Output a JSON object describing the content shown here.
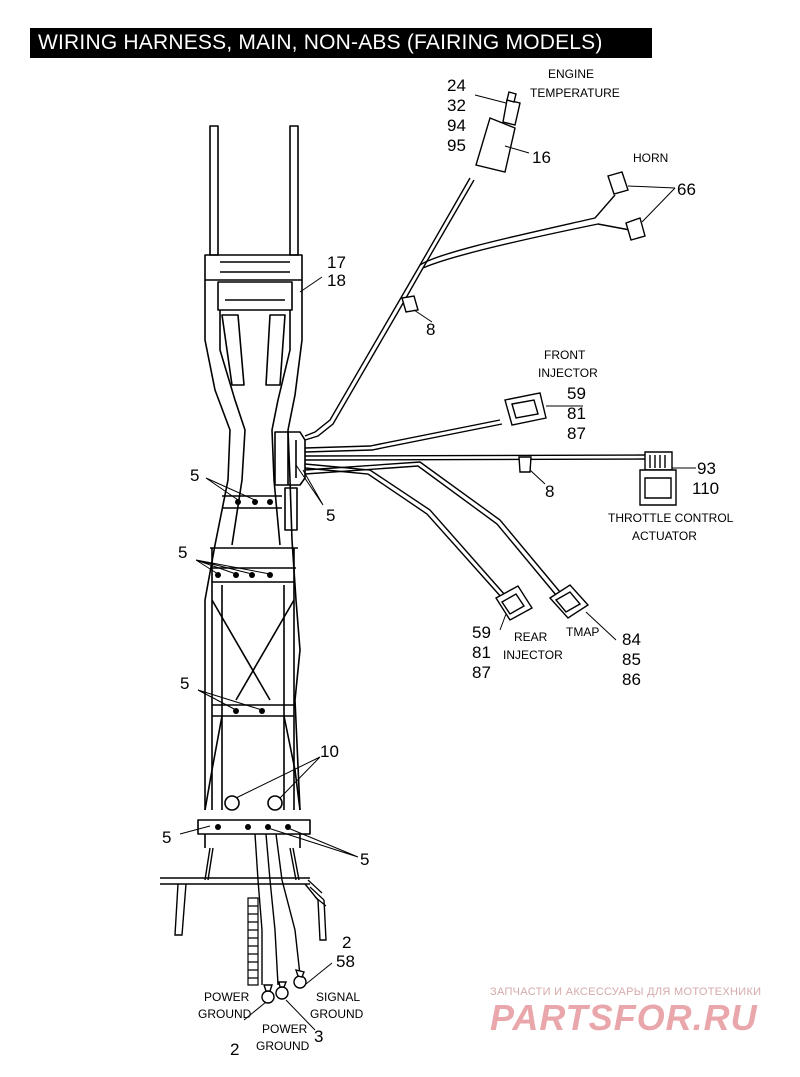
{
  "title": "WIRING HARNESS, MAIN, NON-ABS (FAIRING MODELS)",
  "callouts": {
    "engine_temp_parts": [
      "24",
      "32",
      "94",
      "95"
    ],
    "engine_temp_label": [
      "ENGINE",
      "TEMPERATURE"
    ],
    "part_16": "16",
    "horn_label": "HORN",
    "part_66": "66",
    "part_17": "17",
    "part_18": "18",
    "clip_8_upper": "8",
    "front_injector_label": [
      "FRONT",
      "INJECTOR"
    ],
    "front_injector_parts": [
      "59",
      "81",
      "87"
    ],
    "tca_parts": [
      "93",
      "110"
    ],
    "clip_8_lower": "8",
    "tca_label": [
      "THROTTLE CONTROL",
      "ACTUATOR"
    ],
    "rear_injector_parts": [
      "59",
      "81",
      "87"
    ],
    "rear_injector_label": [
      "REAR",
      "INJECTOR"
    ],
    "tmap_label": "TMAP",
    "tmap_parts": [
      "84",
      "85",
      "86"
    ],
    "strap_5": "5",
    "part_10": "10",
    "signal_ground_parts": [
      "2",
      "58"
    ],
    "power_ground_left_label": [
      "POWER",
      "GROUND"
    ],
    "power_ground_left_part": "2",
    "power_ground_center_label": [
      "POWER",
      "GROUND"
    ],
    "power_ground_center_part": "3",
    "signal_ground_label": [
      "SIGNAL",
      "GROUND"
    ]
  },
  "watermark": {
    "tagline": "ЗАПЧАСТИ И АКСЕССУАРЫ ДЛЯ МОТОТЕХНИКИ",
    "brand": "PARTSFOR.RU"
  }
}
